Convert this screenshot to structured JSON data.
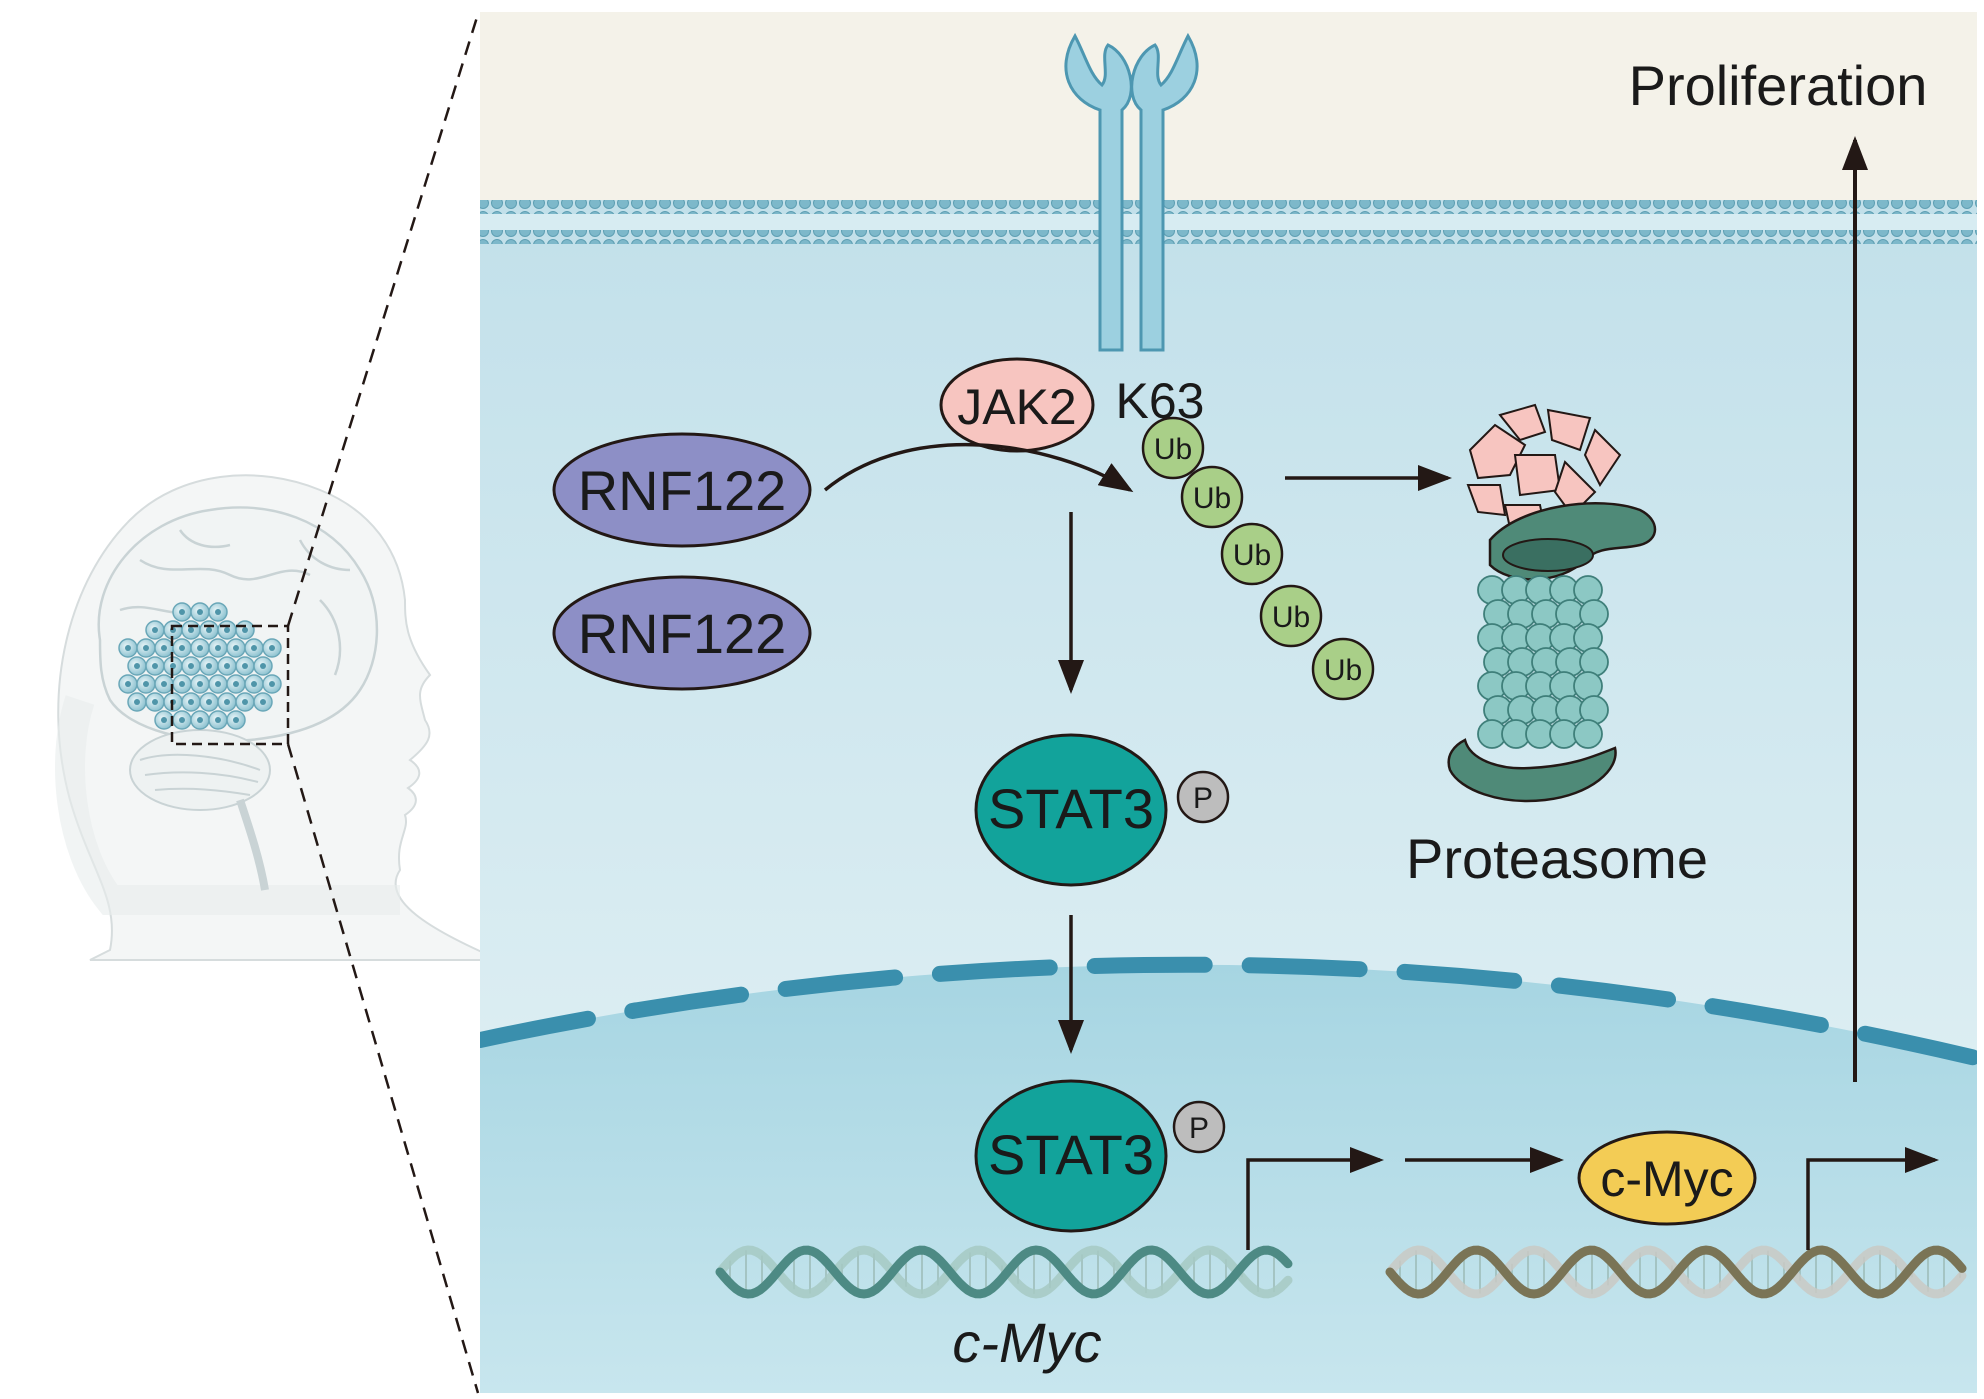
{
  "labels": {
    "proliferation": "Proliferation",
    "jak2": "JAK2",
    "k63": "K63",
    "rnf122_a": "RNF122",
    "rnf122_b": "RNF122",
    "ub": "Ub",
    "stat3_cyto": "STAT3",
    "stat3_nuc": "STAT3",
    "phospho": "P",
    "proteasome": "Proteasome",
    "cmyc_protein": "c-Myc",
    "cmyc_gene": "c-Myc"
  },
  "colors": {
    "extracellular": "#f4f2e9",
    "cytoplasm": "#cfe6ee",
    "nucleus": "#aad7e3",
    "membrane": "#7fb9cc",
    "receptor": "#9cd0e0",
    "jak2": "#f7c5c0",
    "rnf122": "#8d8fc6",
    "ubiquitin": "#a9cf88",
    "stat3": "#12a39b",
    "phospho": "#bdbdbd",
    "cmyc": "#f3cc55",
    "proteasome": "#8cc8c4",
    "arrow": "#231815"
  },
  "icons": [
    "head-silhouette-icon",
    "brain-icon",
    "tumor-cells-icon",
    "proteasome-icon",
    "dna-helix-icon"
  ]
}
